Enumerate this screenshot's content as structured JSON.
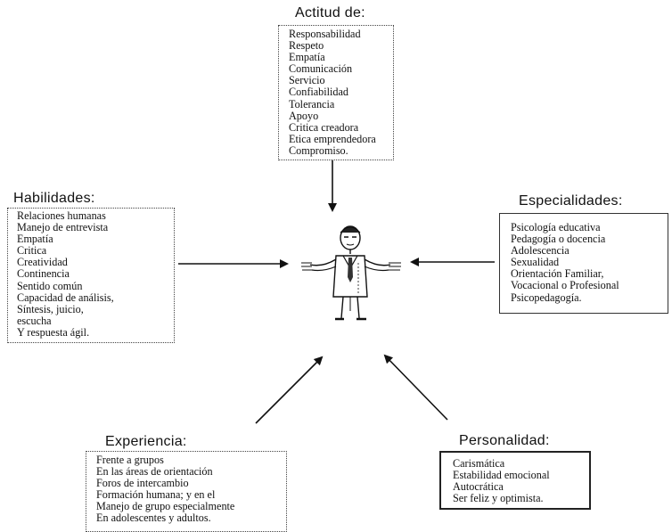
{
  "actitud": {
    "title": "Actitud de:",
    "items": [
      "Responsabilidad",
      "Respeto",
      "Empatía",
      "Comunicación",
      "Servicio",
      "Confiabilidad",
      "Tolerancia",
      "Apoyo",
      "Critica creadora",
      "Etica emprendedora",
      "Compromiso."
    ]
  },
  "habilidades": {
    "title": "Habilidades:",
    "items": [
      "Relaciones humanas",
      "Manejo de entrevista",
      "Empatía",
      "Critica",
      "Creatividad",
      "Continencia",
      "Sentido común",
      "Capacidad de análisis,",
      "Síntesis, juicio,",
      "escucha",
      "Y respuesta ágil."
    ]
  },
  "especialidades": {
    "title": "Especialidades:",
    "items": [
      "Psicología educativa",
      "Pedagogía o docencia",
      "Adolescencia",
      "Sexualidad",
      "Orientación Familiar,",
      "Vocacional o Profesional",
      "Psicopedagogía."
    ]
  },
  "experiencia": {
    "title": "Experiencia:",
    "items": [
      "Frente a grupos",
      "En las áreas de orientación",
      "Foros de intercambio",
      "Formación humana; y en el",
      "Manejo de grupo especialmente",
      "En adolescentes y adultos."
    ]
  },
  "personalidad": {
    "title": "Personalidad:",
    "items": [
      "Carismática",
      "Estabilidad emocional",
      "Autocrática",
      "Ser feliz y optimista."
    ]
  }
}
